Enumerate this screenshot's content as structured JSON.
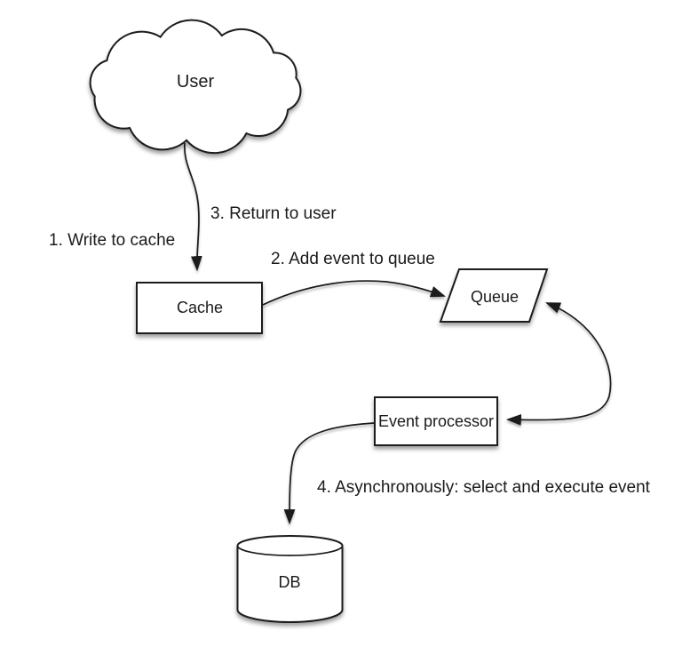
{
  "diagram": {
    "type": "flow-diagram",
    "colors": {
      "background": "#ffffff",
      "shape_fill": "#ffffff",
      "stroke": "#1a1a1a",
      "text": "#1a1a1a"
    },
    "nodes": {
      "user": {
        "label": "User",
        "shape": "cloud"
      },
      "cache": {
        "label": "Cache",
        "shape": "rectangle"
      },
      "queue": {
        "label": "Queue",
        "shape": "parallelogram"
      },
      "event_processor": {
        "label": "Event processor",
        "shape": "rectangle"
      },
      "db": {
        "label": "DB",
        "shape": "cylinder"
      }
    },
    "steps": {
      "step1": {
        "label": "1. Write to cache",
        "from": "User",
        "to": "Cache"
      },
      "step2": {
        "label": "2. Add event to queue",
        "from": "Cache",
        "to": "Queue"
      },
      "step3": {
        "label": "3. Return to user",
        "from": "Cache",
        "to": "User"
      },
      "step4": {
        "label": "4. Asynchronously: select and execute event",
        "from": "Event processor",
        "to": "DB"
      }
    }
  }
}
